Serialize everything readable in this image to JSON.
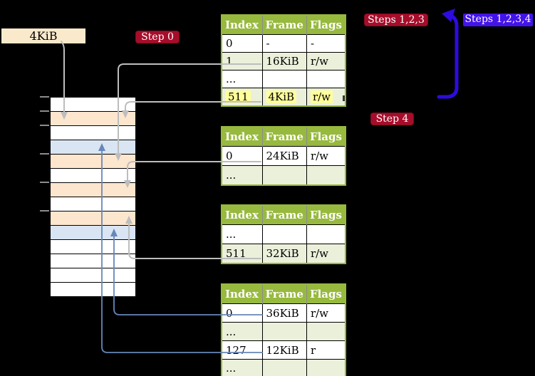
{
  "colors": {
    "bg": "#000000",
    "header_green": "#97B93E",
    "band_green": "#EBF0DB",
    "row_white": "#FFFFFF",
    "peach": "#FCE6CE",
    "light_blue": "#D9E5F3",
    "highlight_yellow": "#FFFF9C",
    "crimson": "#A60D2B",
    "crimson_border": "#7D0B20",
    "violet_badge": "#4413E9",
    "violet_arrow": "#2E0BDE",
    "arrow_gray": "#BDBDBD",
    "arrow_steel": "#6787B8",
    "label_cream": "#FAEACB",
    "tick_gray": "#8C8C8C",
    "grid_black": "#000000",
    "text_black": "#000000",
    "text_white": "#FFFFFF"
  },
  "page_label": {
    "text": "4KiB"
  },
  "badges": {
    "step0": {
      "label": "Step 0"
    },
    "steps123": {
      "label": "Steps 1,2,3"
    },
    "steps1234": {
      "label": "Steps 1,2,3,4"
    },
    "step4": {
      "label": "Step 4"
    }
  },
  "tables": [
    {
      "name": "page-table-1",
      "headers": [
        "Index",
        "Frame",
        "Flags"
      ],
      "rows": [
        {
          "cells": [
            "0",
            "-",
            "-"
          ],
          "band": "white",
          "highlight": false
        },
        {
          "cells": [
            "1",
            "16KiB",
            "r/w"
          ],
          "band": "green",
          "highlight": false
        },
        {
          "cells": [
            "...",
            "",
            ""
          ],
          "band": "white",
          "highlight": false
        },
        {
          "cells": [
            "511",
            "4KiB",
            "r/w"
          ],
          "band": "green",
          "highlight": true
        }
      ]
    },
    {
      "name": "page-table-2",
      "headers": [
        "Index",
        "Frame",
        "Flags"
      ],
      "rows": [
        {
          "cells": [
            "0",
            "24KiB",
            "r/w"
          ],
          "band": "white",
          "highlight": false
        },
        {
          "cells": [
            "...",
            "",
            ""
          ],
          "band": "green",
          "highlight": false
        }
      ]
    },
    {
      "name": "page-table-3",
      "headers": [
        "Index",
        "Frame",
        "Flags"
      ],
      "rows": [
        {
          "cells": [
            "...",
            "",
            ""
          ],
          "band": "white",
          "highlight": false
        },
        {
          "cells": [
            "511",
            "32KiB",
            "r/w"
          ],
          "band": "green",
          "highlight": false
        }
      ]
    },
    {
      "name": "page-table-4",
      "headers": [
        "Index",
        "Frame",
        "Flags"
      ],
      "rows": [
        {
          "cells": [
            "0",
            "36KiB",
            "r/w"
          ],
          "band": "white",
          "highlight": false
        },
        {
          "cells": [
            "...",
            "",
            ""
          ],
          "band": "green",
          "highlight": false
        },
        {
          "cells": [
            "127",
            "12KiB",
            "r"
          ],
          "band": "white",
          "highlight": false
        },
        {
          "cells": [
            "...",
            "",
            ""
          ],
          "band": "green",
          "highlight": false
        }
      ]
    }
  ],
  "memory": {
    "rows": [
      "white",
      "peach",
      "white",
      "blue",
      "peach",
      "white",
      "peach",
      "white",
      "peach",
      "blue",
      "white",
      "white",
      "white",
      "white"
    ]
  }
}
